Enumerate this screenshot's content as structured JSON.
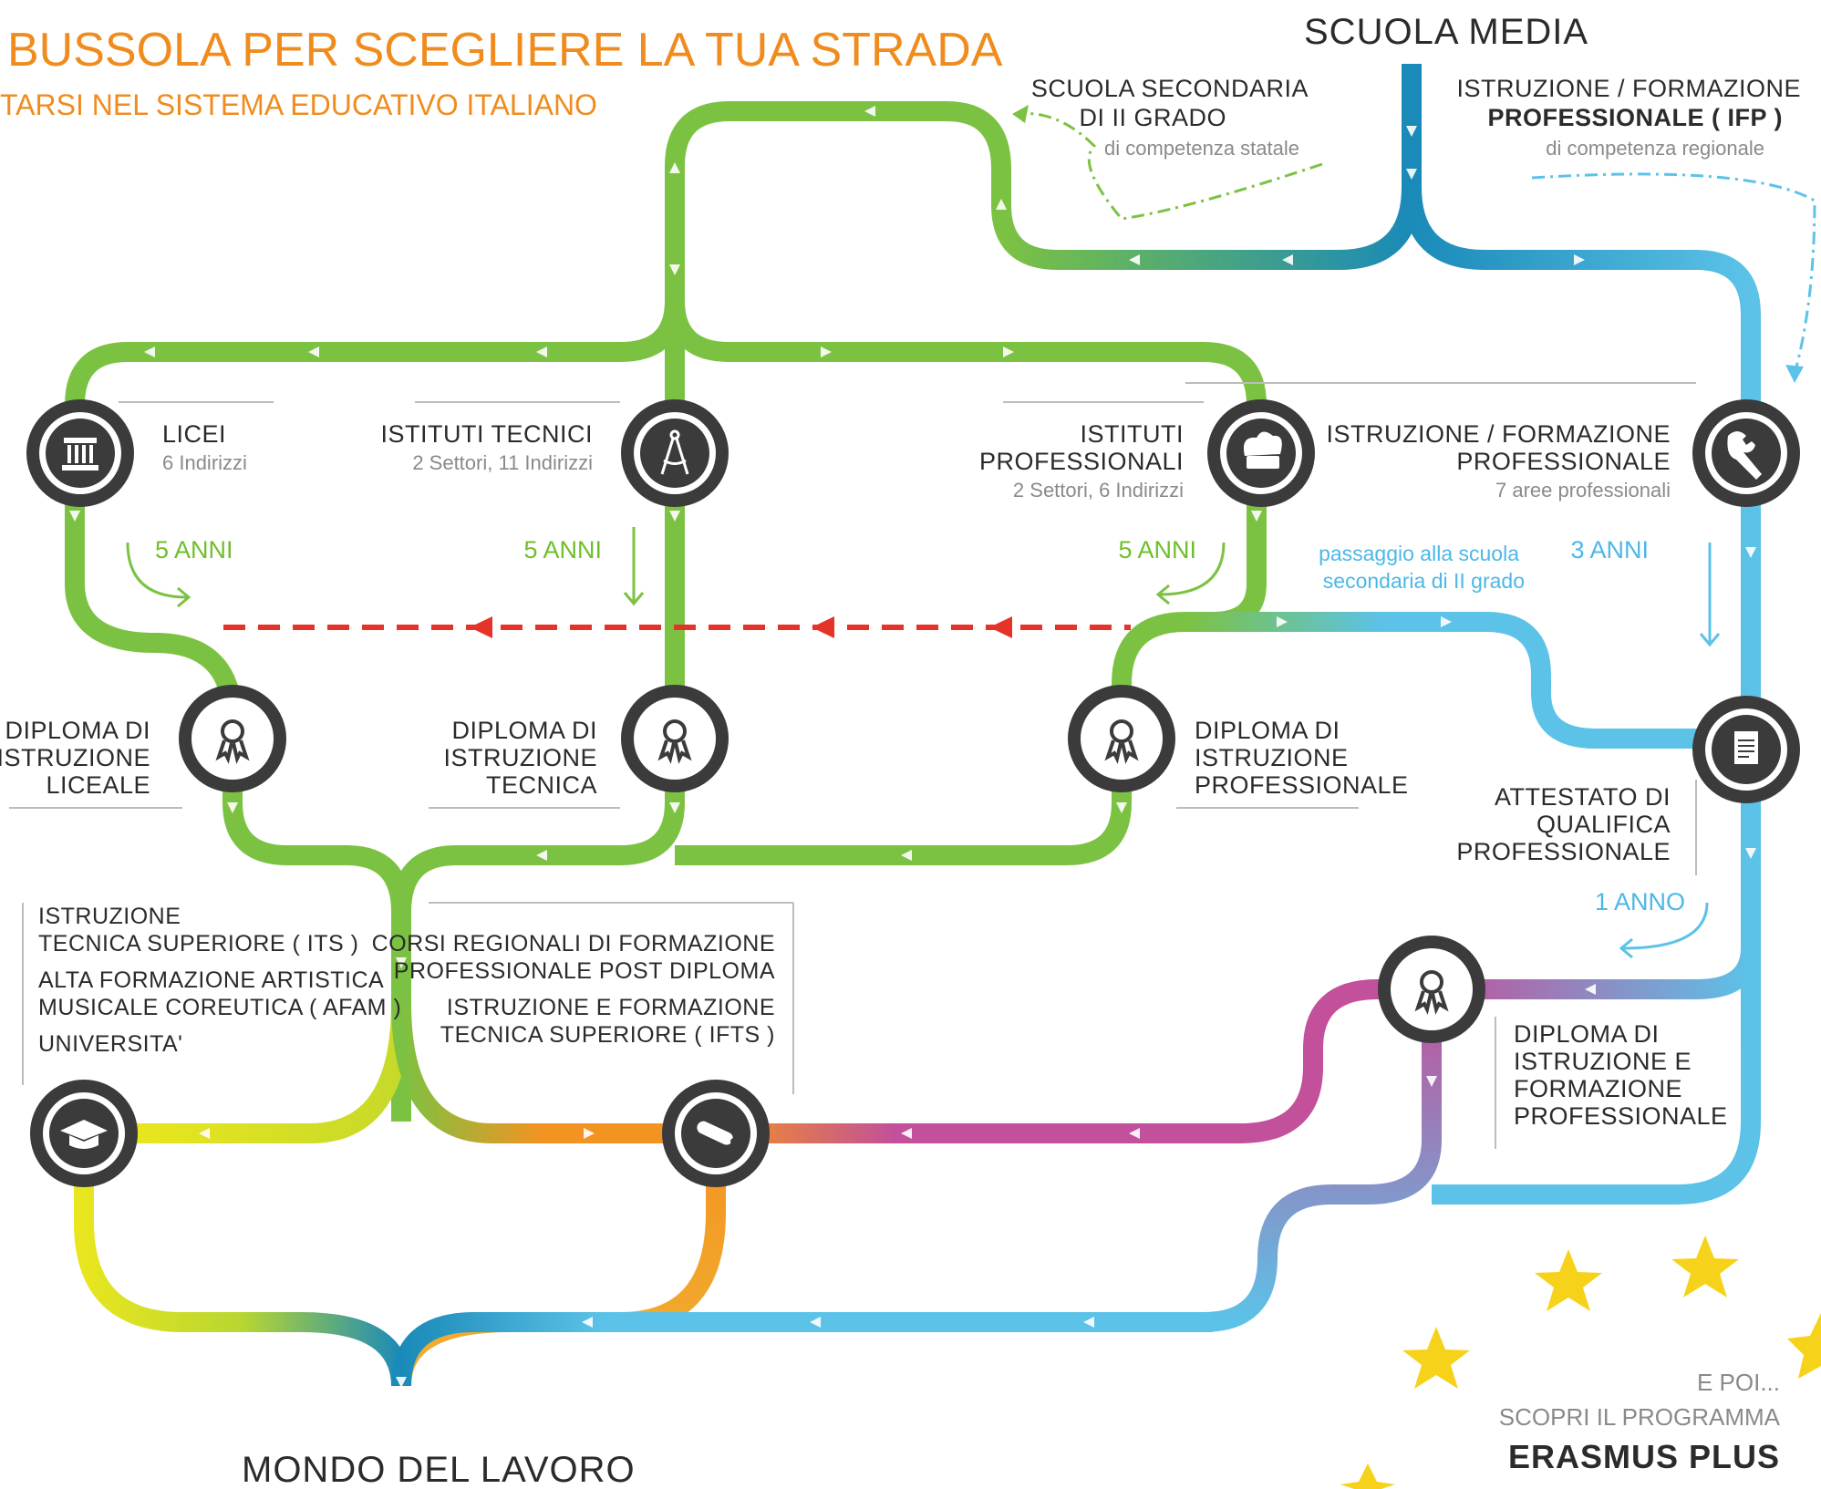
{
  "title": "BUSSOLA PER SCEGLIERE LA TUA STRADA",
  "subtitle": "TARSI NEL SISTEMA EDUCATIVO ITALIANO",
  "start_label": "SCUOLA MEDIA",
  "end_label": "MONDO DEL LAVORO",
  "branches": {
    "state": {
      "title_line1": "SCUOLA SECONDARIA",
      "title_line2": "DI II GRADO",
      "note": "di competenza statale"
    },
    "regional": {
      "title_line1": "ISTRUZIONE / FORMAZIONE",
      "title_line2": "PROFESSIONALE ( IFP )",
      "note": "di competenza regionale"
    }
  },
  "schools": {
    "licei": {
      "name": "LICEI",
      "detail": "6 Indirizzi",
      "duration": "5 ANNI",
      "icon": "column-icon"
    },
    "tecnici": {
      "name": "ISTITUTI TECNICI",
      "detail": "2 Settori, 11 Indirizzi",
      "duration": "5 ANNI",
      "icon": "compass-icon"
    },
    "professionali": {
      "name_line1": "ISTITUTI",
      "name_line2": "PROFESSIONALI",
      "detail": "2 Settori, 6 Indirizzi",
      "duration": "5 ANNI",
      "icon": "chef-hat-icon"
    },
    "ifp": {
      "name_line1": "ISTRUZIONE / FORMAZIONE",
      "name_line2": "PROFESSIONALE",
      "detail": "7 aree professionali",
      "duration": "3 ANNI",
      "icon": "wrench-icon"
    }
  },
  "passage_note": {
    "line1": "passaggio alla scuola",
    "line2": "secondaria di II grado"
  },
  "diplomas": {
    "liceale": {
      "line1": "DIPLOMA DI",
      "line2": "ISTRUZIONE",
      "line3": "LICEALE"
    },
    "tecnica": {
      "line1": "DIPLOMA DI",
      "line2": "ISTRUZIONE",
      "line3": "TECNICA"
    },
    "professionale": {
      "line1": "DIPLOMA DI",
      "line2": "ISTRUZIONE",
      "line3": "PROFESSIONALE"
    },
    "attestato": {
      "line1": "ATTESTATO DI",
      "line2": "QUALIFICA",
      "line3": "PROFESSIONALE"
    },
    "ifp_diploma": {
      "line1": "DIPLOMA DI",
      "line2": "ISTRUZIONE E",
      "line3": "FORMAZIONE",
      "line4": "PROFESSIONALE"
    }
  },
  "one_year": "1 ANNO",
  "higher": {
    "its_line1": "ISTRUZIONE",
    "its_line2": "TECNICA SUPERIORE ( ITS )",
    "afam_line1": "ALTA FORMAZIONE ARTISTICA",
    "afam_line2": "MUSICALE COREUTICA ( AFAM )",
    "uni": "UNIVERSITA'"
  },
  "post": {
    "regional_line1": "CORSI REGIONALI DI FORMAZIONE",
    "regional_line2": "PROFESSIONALE POST DIPLOMA",
    "ifts_line1": "ISTRUZIONE E FORMAZIONE",
    "ifts_line2": "TECNICA SUPERIORE ( IFTS )"
  },
  "erasmus": {
    "line1": "E POI...",
    "line2": "SCOPRI IL PROGRAMMA",
    "line3": "ERASMUS PLUS"
  },
  "colors": {
    "green": "#7cc242",
    "blue_dark": "#1a8ab8",
    "blue_light": "#5cc2e8",
    "orange": "#f39322",
    "yellow": "#e8e61e",
    "magenta": "#c2509a",
    "red_dash": "#e5332a",
    "station": "#3b3b3b",
    "star": "#f7d21a"
  }
}
